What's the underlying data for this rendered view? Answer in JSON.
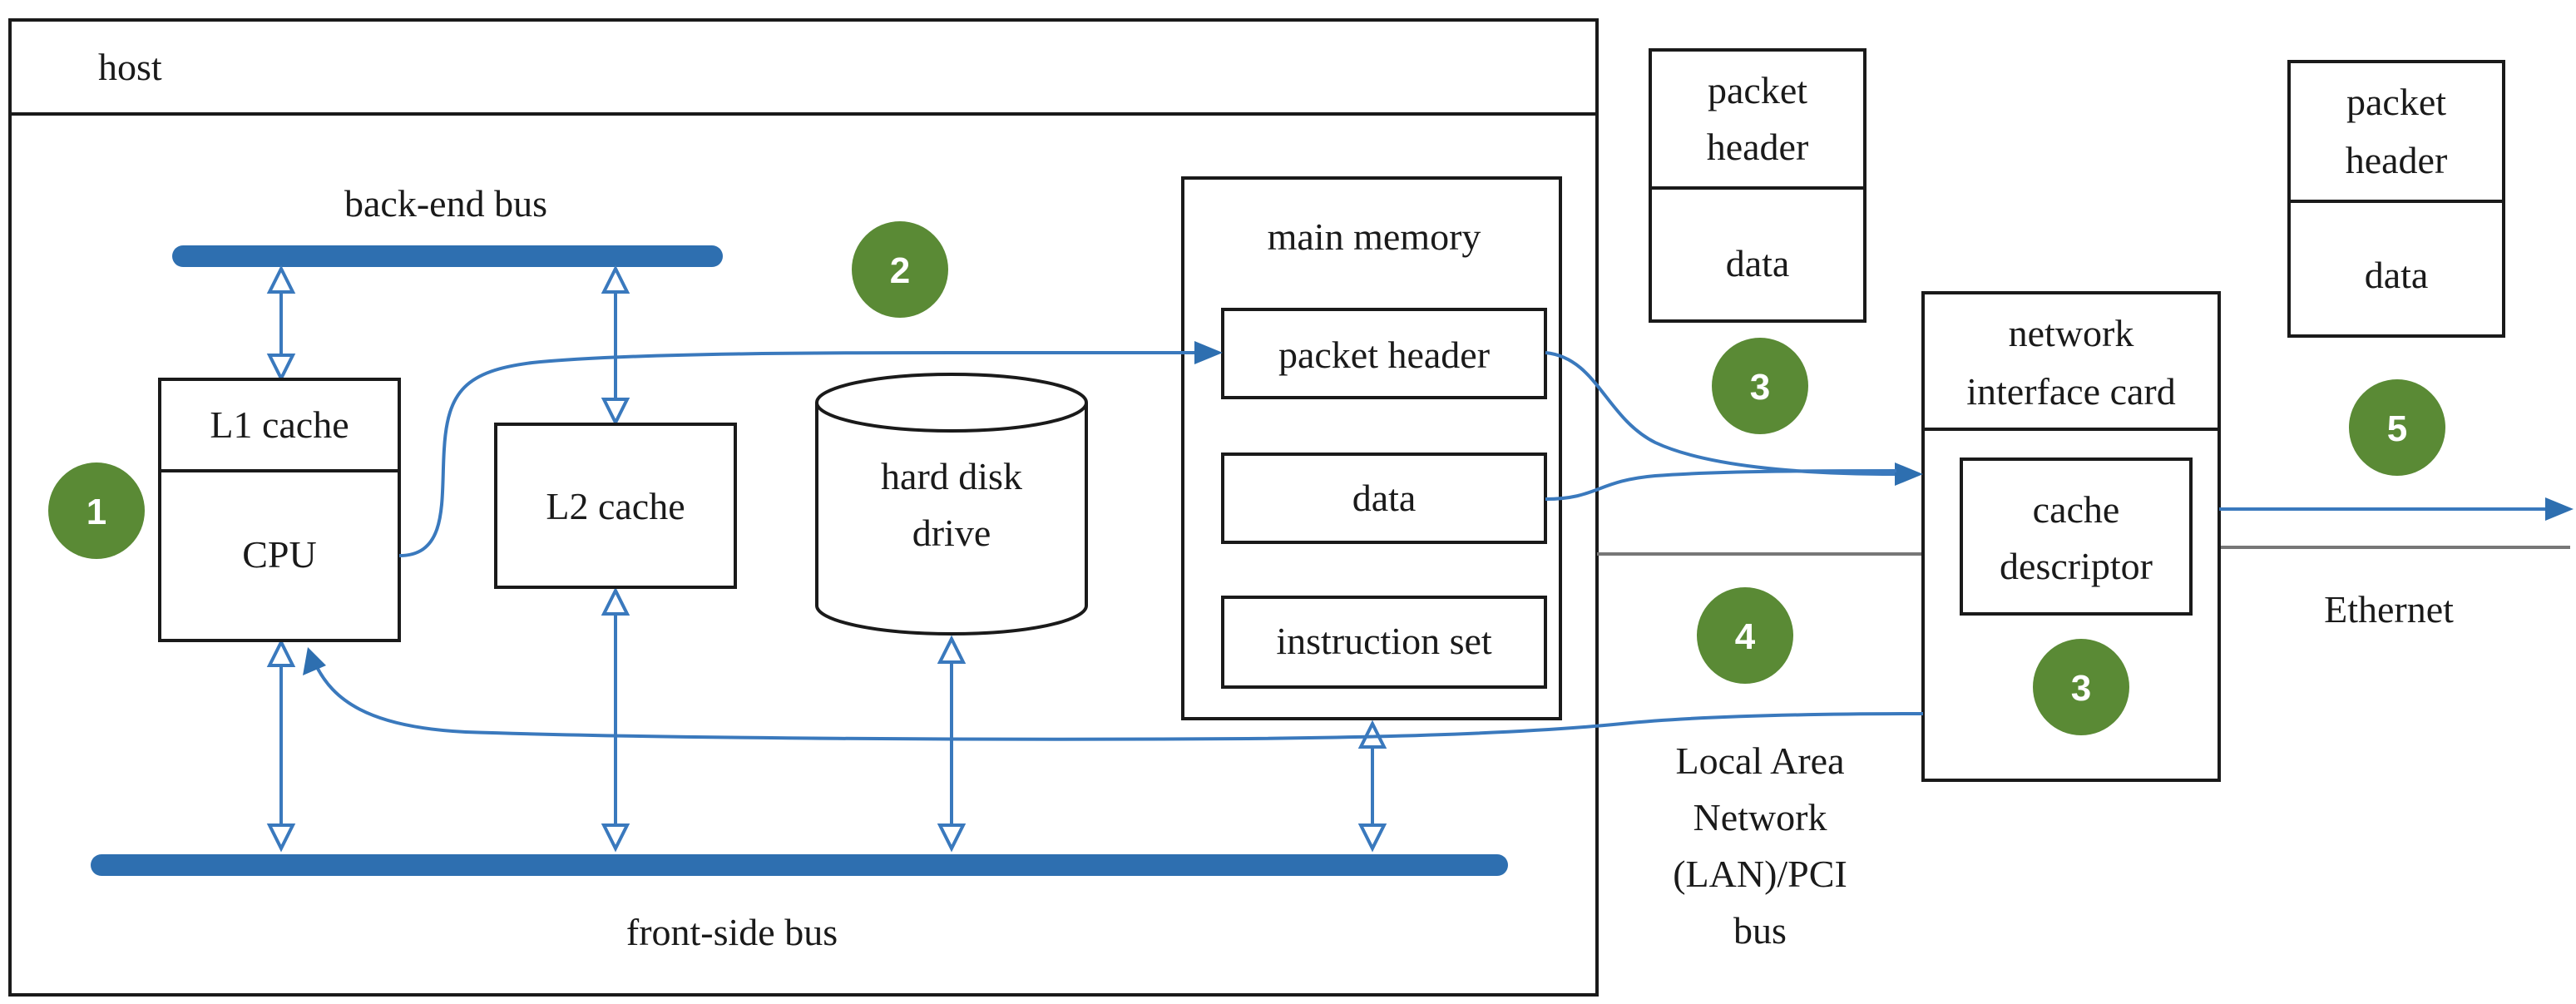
{
  "host": {
    "title": "host"
  },
  "buses": {
    "back_end": "back-end bus",
    "front_side": "front-side bus"
  },
  "cpu_block": {
    "cache_label": "L1 cache",
    "cpu_label": "CPU"
  },
  "l2_cache": {
    "label": "L2 cache"
  },
  "hard_disk": {
    "line1": "hard disk",
    "line2": "drive"
  },
  "main_memory": {
    "title": "main memory",
    "packet_header": "packet header",
    "data": "data",
    "instruction_set": "instruction set"
  },
  "packet_left": {
    "header_line1": "packet",
    "header_line2": "header",
    "data": "data"
  },
  "packet_right": {
    "header_line1": "packet",
    "header_line2": "header",
    "data": "data"
  },
  "nic": {
    "title_line1": "network",
    "title_line2": "interface card",
    "descriptor_line1": "cache",
    "descriptor_line2": "descriptor"
  },
  "ethernet": {
    "label": "Ethernet"
  },
  "lan": {
    "line1": "Local Area",
    "line2": "Network",
    "line3": "(LAN)/PCI",
    "line4": "bus"
  },
  "steps": {
    "s1": "1",
    "s2": "2",
    "s3_top": "3",
    "s3_nic": "3",
    "s4": "4",
    "s5": "5"
  },
  "colors": {
    "bus_blue": "#2e6fb0",
    "arrow_blue": "#3a79bd",
    "badge_green": "#5a8a35",
    "outline": "#1a1a1a"
  }
}
